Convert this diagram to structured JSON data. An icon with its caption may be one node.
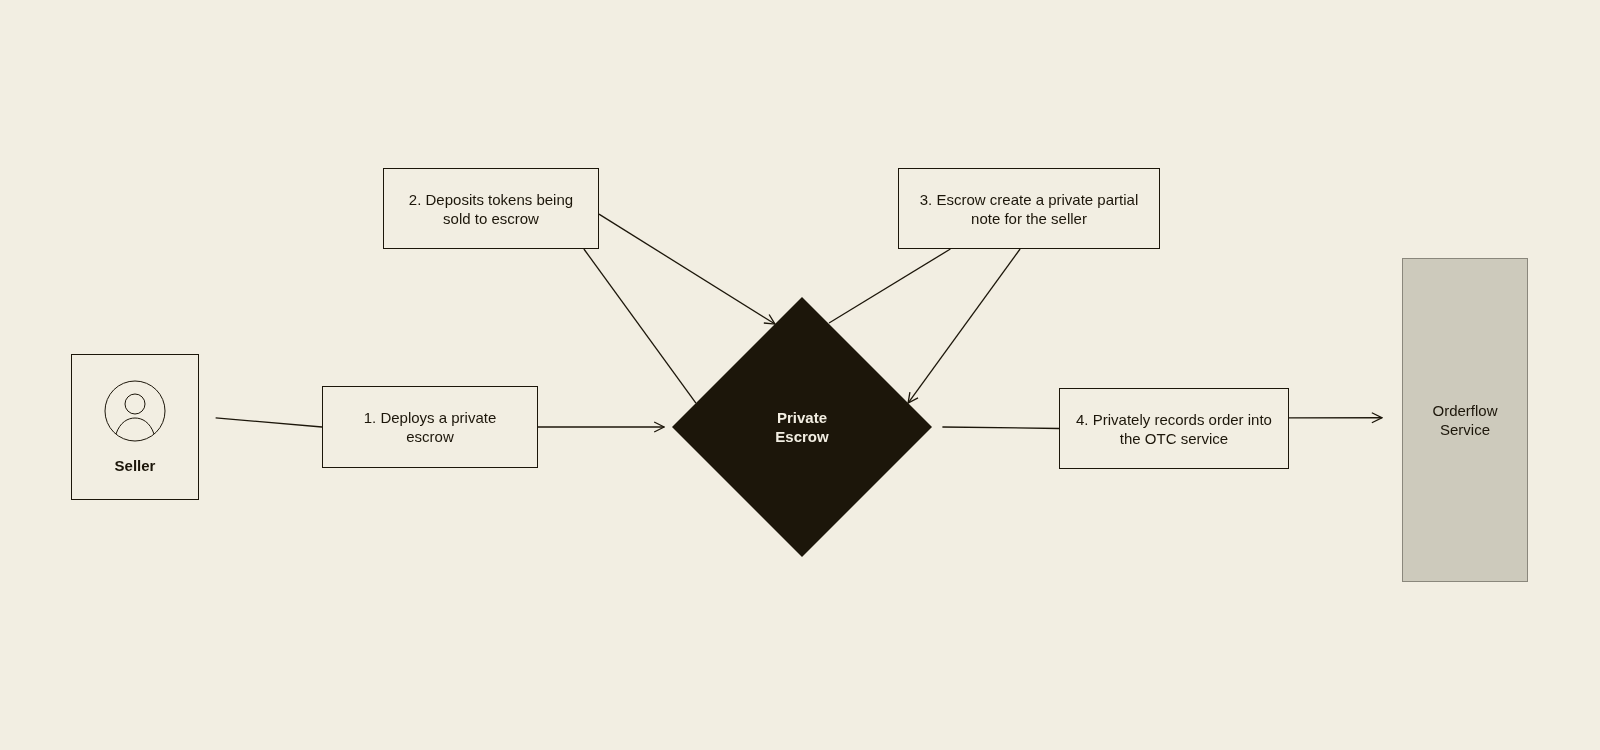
{
  "diagram": {
    "nodes": [
      {
        "text": [
          "Seller"
        ]
      },
      {
        "text": [
          "1. Deploys a private escrow"
        ]
      },
      {
        "text": [
          "2. Deposits tokens being sold to escrow"
        ]
      },
      {
        "text": [
          "Private Escrow"
        ]
      },
      {
        "text": [
          "3. Escrow create a private partial note for the seller"
        ]
      },
      {
        "text": [
          "4. Privately records order into the OTC service"
        ]
      },
      {
        "text": [
          "Orderflow Service"
        ]
      }
    ],
    "edges": [
      {
        "from": 0,
        "to": 1,
        "arrow": "none"
      },
      {
        "from": 1,
        "to": 3,
        "arrow": "to"
      },
      {
        "from": 2,
        "to": 3,
        "arrow": "none"
      },
      {
        "from": 2,
        "to": 3,
        "arrow": "to"
      },
      {
        "from": 3,
        "to": 4,
        "arrow": "none"
      },
      {
        "from": 4,
        "to": 3,
        "arrow": "to"
      },
      {
        "from": 3,
        "to": 5,
        "arrow": "none"
      },
      {
        "from": 5,
        "to": 6,
        "arrow": "to"
      }
    ]
  }
}
